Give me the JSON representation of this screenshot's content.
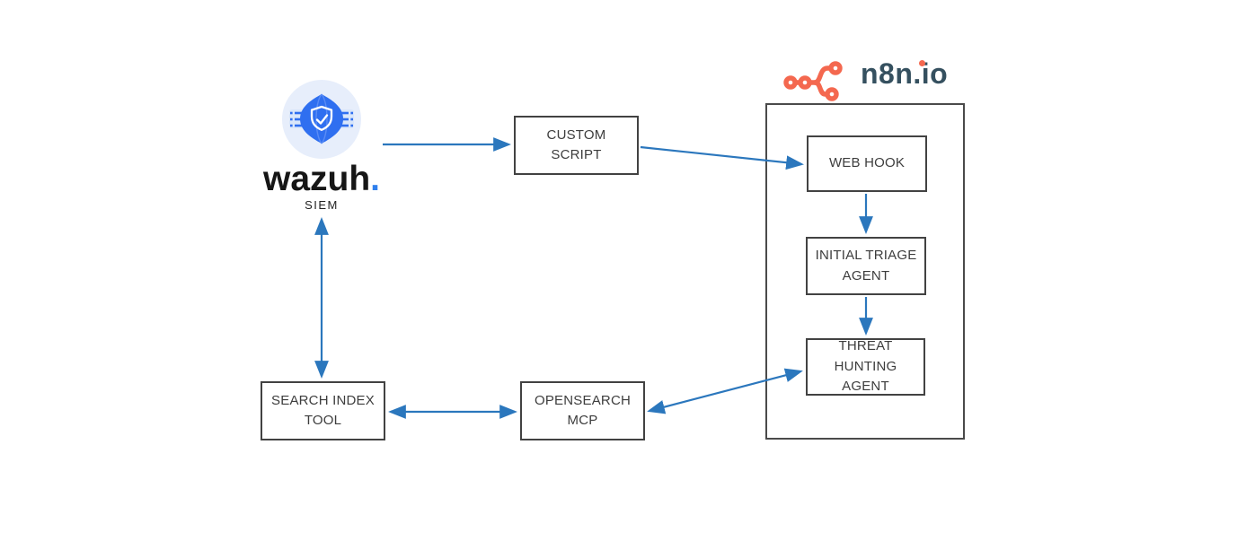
{
  "diagram": {
    "title": "Wazuh SIEM to n8n threat-hunting workflow",
    "wazuh": {
      "wordmark": "wazuh",
      "wordmark_dot": ".",
      "subtitle": "SIEM"
    },
    "n8n": {
      "wordmark": "n8n.io"
    },
    "nodes": {
      "custom_script": {
        "label": "CUSTOM\nSCRIPT"
      },
      "web_hook": {
        "label": "WEB HOOK"
      },
      "initial_triage": {
        "label": "INITIAL TRIAGE\nAGENT"
      },
      "threat_hunting": {
        "label": "THREAT HUNTING\nAGENT"
      },
      "search_index": {
        "label": "SEARCH INDEX\nTOOL"
      },
      "opensearch_mcp": {
        "label": "OPENSEARCH\nMCP"
      }
    },
    "edges": [
      {
        "from": "wazuh_siem",
        "to": "custom_script",
        "direction": "one-way"
      },
      {
        "from": "custom_script",
        "to": "web_hook",
        "direction": "one-way"
      },
      {
        "from": "web_hook",
        "to": "initial_triage_agent",
        "direction": "one-way"
      },
      {
        "from": "initial_triage_agent",
        "to": "threat_hunting_agent",
        "direction": "one-way"
      },
      {
        "from": "threat_hunting_agent",
        "to": "opensearch_mcp",
        "direction": "two-way"
      },
      {
        "from": "opensearch_mcp",
        "to": "search_index_tool",
        "direction": "two-way"
      },
      {
        "from": "wazuh_siem",
        "to": "search_index_tool",
        "direction": "two-way"
      }
    ],
    "colors": {
      "background": "#ffffff",
      "arrow_blue": "#2b77bd",
      "box_border": "#424242",
      "box_text": "#3d3d3d",
      "wazuh_blue": "#2f6ff0",
      "wazuh_circle_bg": "#e7eefb",
      "wazuh_dot_blue": "#3080ed",
      "n8n_coral": "#f4684f",
      "n8n_navy": "#35505f"
    }
  }
}
